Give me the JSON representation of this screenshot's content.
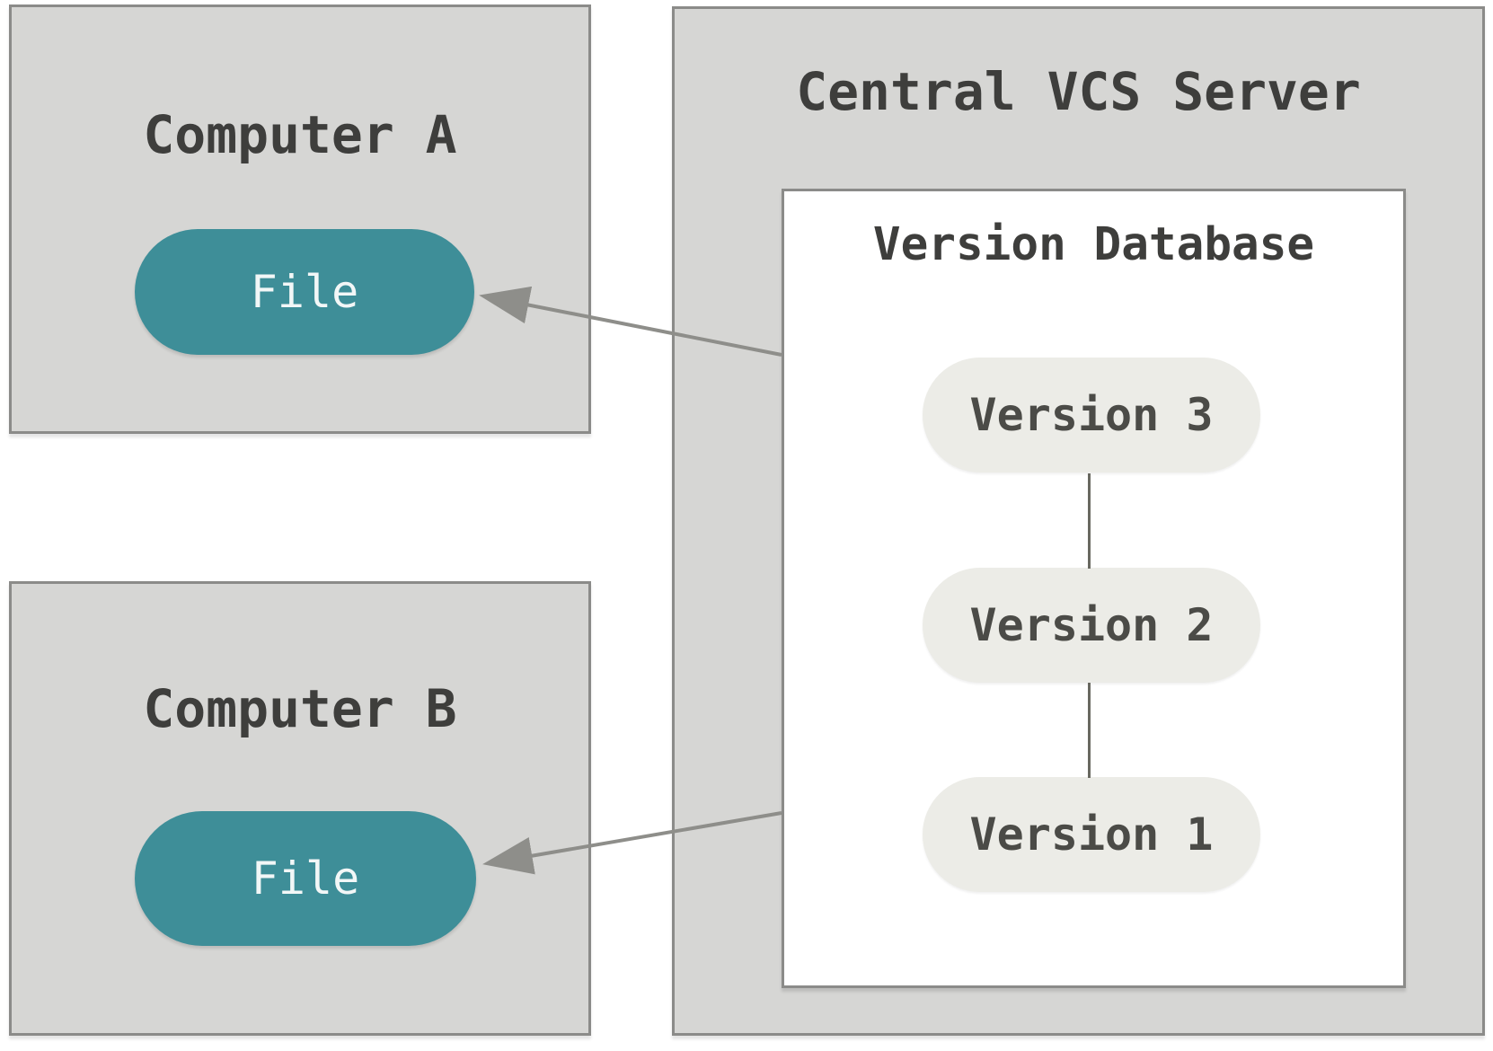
{
  "colors": {
    "background": "#ffffff",
    "panel_fill": "#d6d6d4",
    "panel_border": "#8b8b89",
    "title_text": "#3e3e3c",
    "file_pill_fill": "#3e8e98",
    "file_pill_text": "#f2f7f7",
    "db_fill": "#ffffff",
    "version_pill_fill": "#ecece7",
    "version_pill_text": "#4b4b47",
    "connector": "#686860",
    "arrow": "#8e8e8a"
  },
  "computer_a": {
    "label": "Computer A",
    "file_label": "File"
  },
  "computer_b": {
    "label": "Computer B",
    "file_label": "File"
  },
  "server": {
    "label": "Central VCS Server",
    "database": {
      "label": "Version Database",
      "versions": [
        {
          "label": "Version 3"
        },
        {
          "label": "Version 2"
        },
        {
          "label": "Version 1"
        }
      ]
    }
  }
}
